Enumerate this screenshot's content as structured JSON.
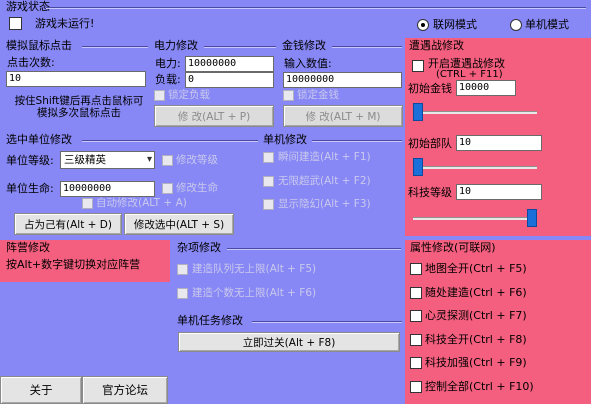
{
  "status": {
    "title": "游戏状态",
    "text": "游戏未运行!"
  },
  "mode": {
    "online": "联网模式",
    "single": "单机模式",
    "selected": "online"
  },
  "mouse": {
    "title": "模拟鼠标点击",
    "count_label": "点击次数:",
    "count_value": "10",
    "hint": "按住Shift键后再点击鼠标可模拟多次鼠标点击"
  },
  "power": {
    "title": "电力修改",
    "power_label": "电力:",
    "power_value": "10000000",
    "load_label": "负载:",
    "load_value": "0",
    "lock_label": "锁定负载",
    "button": "修 改(ALT + P)"
  },
  "money": {
    "title": "金钱修改",
    "input_label": "输入数值:",
    "value": "10000000",
    "lock_label": "锁定金钱",
    "button": "修 改(ALT + M)"
  },
  "encounter": {
    "title": "遭遇战修改",
    "enable_label": "开启遭遇战修改",
    "enable_hotkey": "(CTRL + F11)",
    "money_label": "初始金钱",
    "money_value": "10000",
    "troops_label": "初始部队",
    "troops_value": "10",
    "tech_label": "科技等级",
    "tech_value": "10",
    "slider_money": 0.05,
    "slider_troops": 0.05,
    "slider_tech": 0.95
  },
  "unit": {
    "title": "选中单位修改",
    "level_label": "单位等级:",
    "level_value": "三级精英",
    "level_check": "修改等级",
    "life_label": "单位生命:",
    "life_value": "10000000",
    "life_check": "修改生命",
    "auto_label": "自动修改(ALT + A)",
    "btn_own": "占为己有(Alt + D)",
    "btn_modify": "修改选中(ALT + S)"
  },
  "single": {
    "title": "单机修改",
    "item1": "瞬间建造(Alt + F1)",
    "item2": "无限超武(Alt + F2)",
    "item3": "显示隐幻(Alt + F3)"
  },
  "camp": {
    "title": "阵营修改",
    "hint": "按Alt+数字键切换对应阵营"
  },
  "misc": {
    "title": "杂项修改",
    "item1": "建造队列无上限(Alt + F5)",
    "item2": "建造个数无上限(Alt + F6)"
  },
  "task": {
    "title": "单机任务修改",
    "button": "立即过关(Alt + F8)"
  },
  "attr": {
    "title": "属性修改(可联网)",
    "items": [
      "地图全开(Ctrl + F5)",
      "随处建造(Ctrl + F6)",
      "心灵探测(Ctrl + F7)",
      "科技全开(Ctrl + F8)",
      "科技加强(Ctrl + F9)",
      "控制全部(Ctrl + F10)"
    ]
  },
  "footer": {
    "about": "关于",
    "forum": "官方论坛"
  },
  "colors": {
    "background": "#8787f5",
    "panel_pink": "#f55f7f",
    "accent_thumb": "#1a6fd8"
  }
}
